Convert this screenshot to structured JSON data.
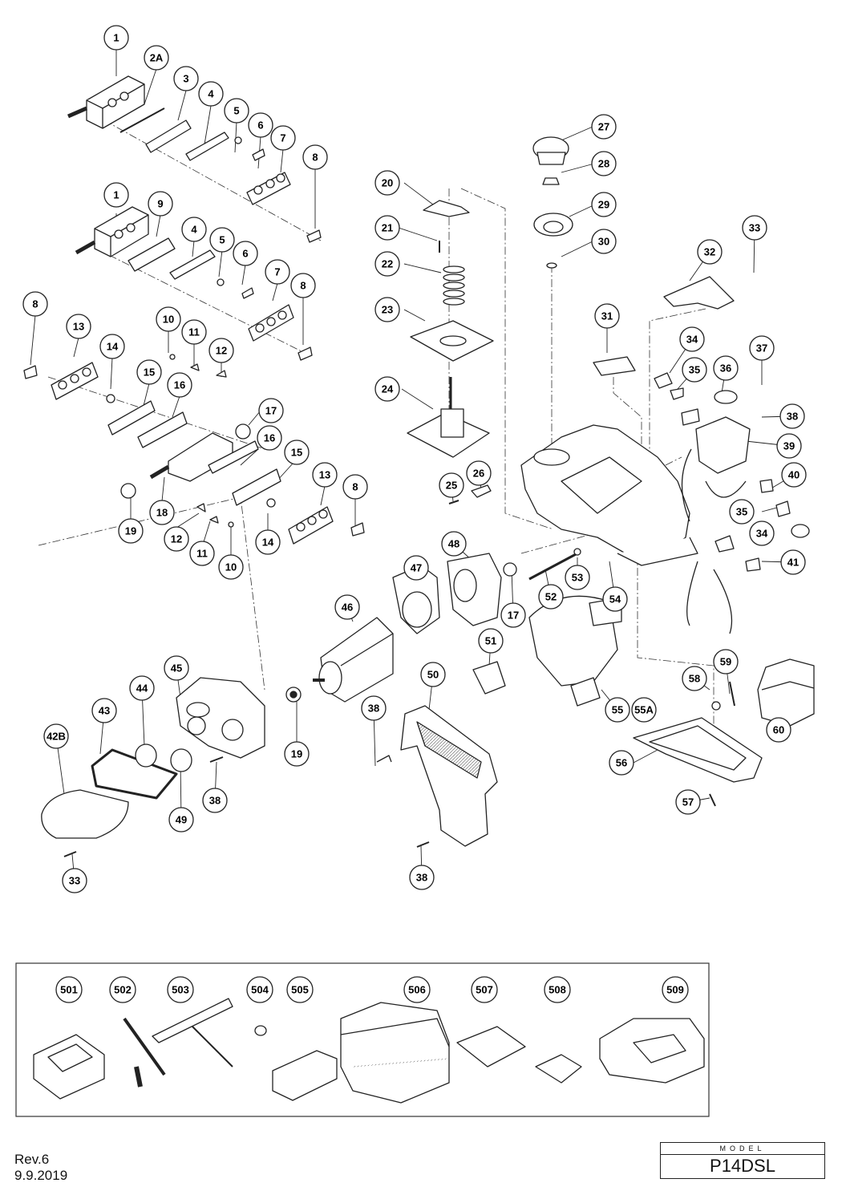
{
  "main_parts": [
    {
      "label": "1"
    },
    {
      "label": "2A"
    },
    {
      "label": "3"
    },
    {
      "label": "4"
    },
    {
      "label": "5"
    },
    {
      "label": "6"
    },
    {
      "label": "7"
    },
    {
      "label": "8"
    },
    {
      "label": "1"
    },
    {
      "label": "9"
    },
    {
      "label": "4"
    },
    {
      "label": "5"
    },
    {
      "label": "6"
    },
    {
      "label": "7"
    },
    {
      "label": "8"
    },
    {
      "label": "8"
    },
    {
      "label": "13"
    },
    {
      "label": "14"
    },
    {
      "label": "10"
    },
    {
      "label": "11"
    },
    {
      "label": "12"
    },
    {
      "label": "15"
    },
    {
      "label": "16"
    },
    {
      "label": "17"
    },
    {
      "label": "16"
    },
    {
      "label": "15"
    },
    {
      "label": "13"
    },
    {
      "label": "8"
    },
    {
      "label": "19"
    },
    {
      "label": "18"
    },
    {
      "label": "12"
    },
    {
      "label": "11"
    },
    {
      "label": "10"
    },
    {
      "label": "14"
    },
    {
      "label": "20"
    },
    {
      "label": "21"
    },
    {
      "label": "22"
    },
    {
      "label": "23"
    },
    {
      "label": "24"
    },
    {
      "label": "25"
    },
    {
      "label": "26"
    },
    {
      "label": "27"
    },
    {
      "label": "28"
    },
    {
      "label": "29"
    },
    {
      "label": "30"
    },
    {
      "label": "31"
    },
    {
      "label": "32"
    },
    {
      "label": "33"
    },
    {
      "label": "34"
    },
    {
      "label": "35"
    },
    {
      "label": "36"
    },
    {
      "label": "37"
    },
    {
      "label": "38"
    },
    {
      "label": "39"
    },
    {
      "label": "40"
    },
    {
      "label": "35"
    },
    {
      "label": "34"
    },
    {
      "label": "41"
    },
    {
      "label": "48"
    },
    {
      "label": "47"
    },
    {
      "label": "17"
    },
    {
      "label": "52"
    },
    {
      "label": "53"
    },
    {
      "label": "54"
    },
    {
      "label": "46"
    },
    {
      "label": "51"
    },
    {
      "label": "50"
    },
    {
      "label": "45"
    },
    {
      "label": "44"
    },
    {
      "label": "43"
    },
    {
      "label": "42B"
    },
    {
      "label": "19"
    },
    {
      "label": "38"
    },
    {
      "label": "38"
    },
    {
      "label": "49"
    },
    {
      "label": "33"
    },
    {
      "label": "38"
    },
    {
      "label": "55"
    },
    {
      "label": "55A"
    },
    {
      "label": "60"
    },
    {
      "label": "58"
    },
    {
      "label": "59"
    },
    {
      "label": "56"
    },
    {
      "label": "57"
    }
  ],
  "accessories": [
    {
      "label": "501"
    },
    {
      "label": "502"
    },
    {
      "label": "503"
    },
    {
      "label": "504"
    },
    {
      "label": "505"
    },
    {
      "label": "506"
    },
    {
      "label": "507"
    },
    {
      "label": "508"
    },
    {
      "label": "509"
    }
  ],
  "footer": {
    "revision": "Rev.6",
    "date": "9.9.2019",
    "model_caption": "MODEL",
    "model": "P14DSL"
  }
}
